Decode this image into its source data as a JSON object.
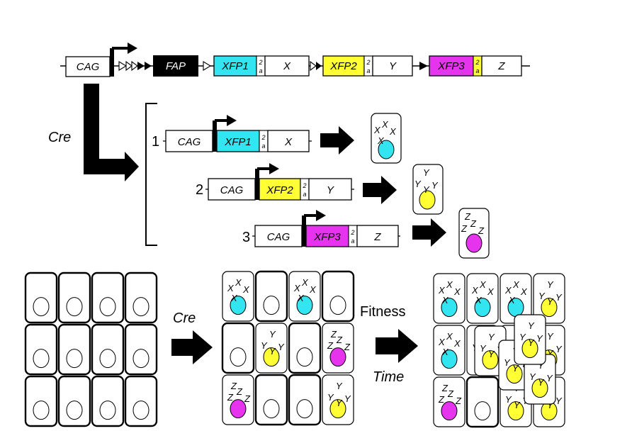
{
  "construct": {
    "promoter": "CAG",
    "stop_cassette": "FAP",
    "cassettes": [
      {
        "fp": "XFP1",
        "linker_top": "2",
        "linker_bottom": "a",
        "gene": "X",
        "color": "#33e5f0"
      },
      {
        "fp": "XFP2",
        "linker_top": "2",
        "linker_bottom": "a",
        "gene": "Y",
        "color": "#ffff33"
      },
      {
        "fp": "XFP3",
        "linker_top": "2",
        "linker_bottom": "a",
        "gene": "Z",
        "color": "#e633ee"
      }
    ]
  },
  "recombination": {
    "enzyme_label": "Cre",
    "outcomes": [
      {
        "number": "1",
        "promoter": "CAG",
        "fp": "XFP1",
        "gene": "X"
      },
      {
        "number": "2",
        "promoter": "CAG",
        "fp": "XFP2",
        "gene": "Y"
      },
      {
        "number": "3",
        "promoter": "CAG",
        "fp": "XFP3",
        "gene": "Z"
      }
    ]
  },
  "tissue": {
    "cre_label": "Cre",
    "fitness_label": "Fitness",
    "time_label": "Time"
  },
  "colors": {
    "cyan": "#33e5f0",
    "yellow": "#ffff33",
    "magenta": "#e633ee",
    "black": "#000000"
  }
}
